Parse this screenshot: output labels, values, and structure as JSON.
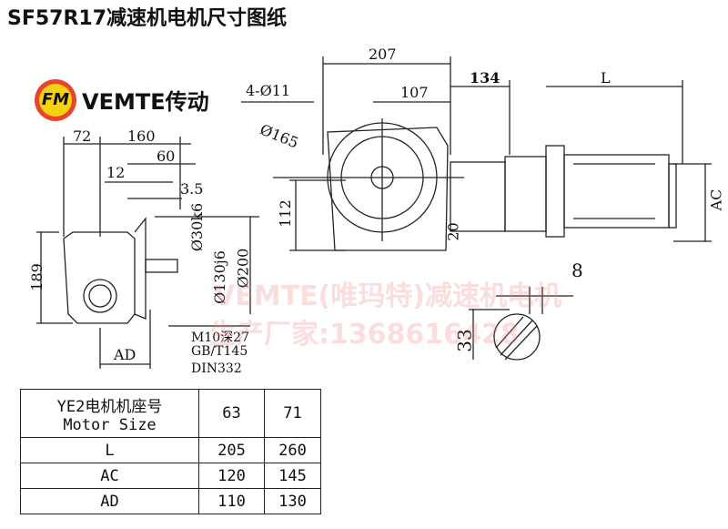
{
  "title": "SF57R17减速机电机尺寸图纸",
  "brand": {
    "logo_text": "FM",
    "name": "VEMTE传动"
  },
  "dimensions": {
    "d207": "207",
    "d107": "107",
    "d134": "134",
    "dL": "L",
    "holes": "4-Ø11",
    "d165": "Ø165",
    "d112": "112",
    "d20": "20",
    "dAC": "AC",
    "d72": "72",
    "d160": "160",
    "d60": "60",
    "d12": "12",
    "d3_5": "3.5",
    "d30": "Ø30k6",
    "d130": "Ø130j6",
    "d200": "Ø200",
    "d189": "189",
    "dAD": "AD",
    "thread": "M10深27",
    "std1": "GB/T145",
    "std2": "DIN332",
    "key8": "8",
    "key33": "33"
  },
  "watermark": {
    "line1": "VEMTE(唯玛特)减速机电机",
    "line2": "生产厂家:1368616428"
  },
  "table": {
    "header": [
      "YE2电机机座号",
      "Motor Size",
      "63",
      "71"
    ],
    "rows": [
      [
        "L",
        "205",
        "260"
      ],
      [
        "AC",
        "120",
        "145"
      ],
      [
        "AD",
        "110",
        "130"
      ]
    ]
  }
}
